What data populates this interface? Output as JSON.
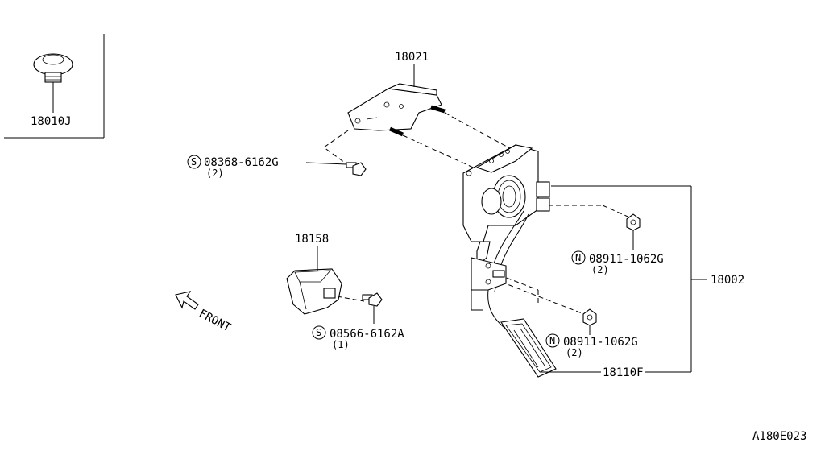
{
  "callouts": {
    "clip": "18010J",
    "bracket": "18021",
    "bolt_top": {
      "code": "08368-6162G",
      "prefix": "S",
      "qty": "(2)"
    },
    "cover": "18158",
    "bolt_cover": {
      "code": "08566-6162A",
      "prefix": "S",
      "qty": "(1)"
    },
    "nut_upper": {
      "code": "08911-1062G",
      "prefix": "N",
      "qty": "(2)"
    },
    "nut_lower": {
      "code": "08911-1062G",
      "prefix": "N",
      "qty": "(2)"
    },
    "assembly": "18002",
    "pad": "18110F"
  },
  "front_label": "FRONT",
  "diagram_code": "A180E023"
}
